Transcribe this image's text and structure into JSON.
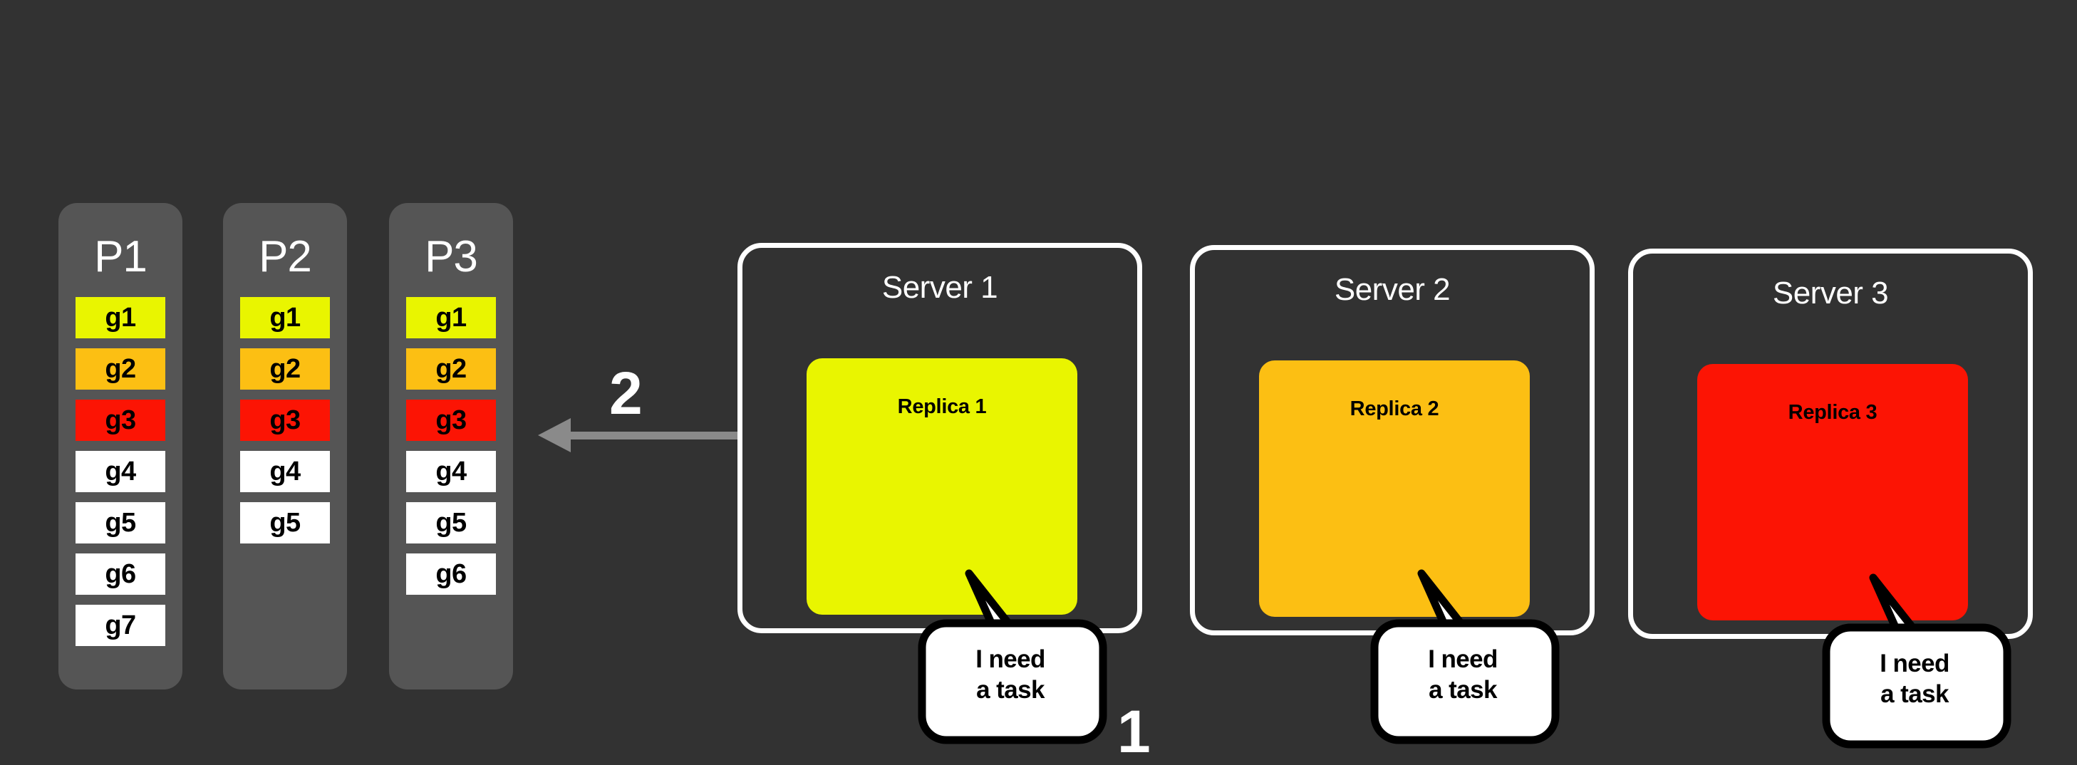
{
  "diagram": {
    "background_color": "#323232",
    "title_hidden": true
  },
  "colors": {
    "background": "#323232",
    "partition_body": "#555555",
    "tile_yellow": "#E9F500",
    "tile_orange": "#FCBF13",
    "tile_red": "#FC1404",
    "tile_white": "#FFFFFF",
    "arrow": "#8A8A8A",
    "server_border": "#FFFFFF",
    "text_light": "#FFFFFF",
    "text_dark": "#000000"
  },
  "partitions": [
    {
      "name": "P1",
      "tiles": [
        {
          "label": "g1",
          "color": "#E9F500"
        },
        {
          "label": "g2",
          "color": "#FCBF13"
        },
        {
          "label": "g3",
          "color": "#FC1404"
        },
        {
          "label": "g4",
          "color": "#FFFFFF"
        },
        {
          "label": "g5",
          "color": "#FFFFFF"
        },
        {
          "label": "g6",
          "color": "#FFFFFF"
        },
        {
          "label": "g7",
          "color": "#FFFFFF"
        }
      ]
    },
    {
      "name": "P2",
      "tiles": [
        {
          "label": "g1",
          "color": "#E9F500"
        },
        {
          "label": "g2",
          "color": "#FCBF13"
        },
        {
          "label": "g3",
          "color": "#FC1404"
        },
        {
          "label": "g4",
          "color": "#FFFFFF"
        },
        {
          "label": "g5",
          "color": "#FFFFFF"
        }
      ]
    },
    {
      "name": "P3",
      "tiles": [
        {
          "label": "g1",
          "color": "#E9F500"
        },
        {
          "label": "g2",
          "color": "#FCBF13"
        },
        {
          "label": "g3",
          "color": "#FC1404"
        },
        {
          "label": "g4",
          "color": "#FFFFFF"
        },
        {
          "label": "g5",
          "color": "#FFFFFF"
        },
        {
          "label": "g6",
          "color": "#FFFFFF"
        }
      ]
    }
  ],
  "steps": {
    "step_one_label": "1",
    "step_two_label": "2"
  },
  "arrow": {
    "direction": "left",
    "color": "#8A8A8A"
  },
  "servers": [
    {
      "title": "Server 1",
      "replica_label": "Replica 1",
      "replica_color": "#E9F500",
      "bubble": {
        "line1": "I need",
        "line2": "a task"
      }
    },
    {
      "title": "Server 2",
      "replica_label": "Replica 2",
      "replica_color": "#FCBF13",
      "bubble": {
        "line1": "I need",
        "line2": "a task"
      }
    },
    {
      "title": "Server 3",
      "replica_label": "Replica 3",
      "replica_color": "#FC1404",
      "bubble": {
        "line1": "I need",
        "line2": "a task"
      }
    }
  ]
}
